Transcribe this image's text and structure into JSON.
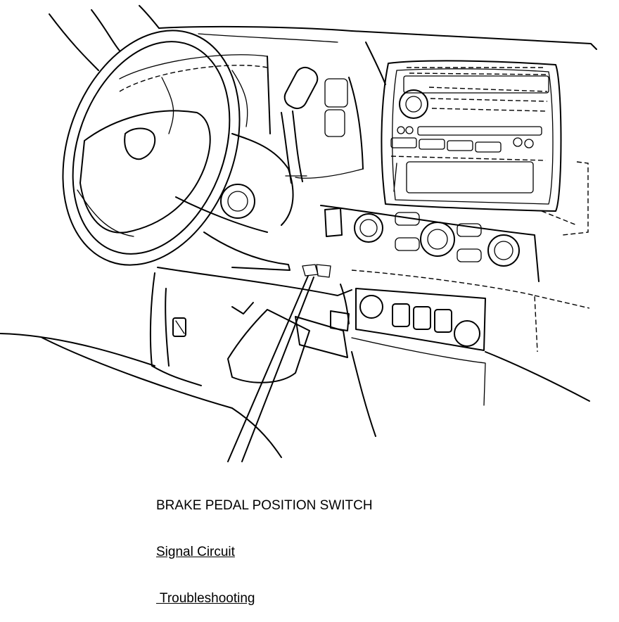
{
  "callout": {
    "title": "BRAKE PEDAL POSITION SWITCH",
    "link_signal": "Signal Circuit",
    "link_trouble": " Troubleshooting"
  }
}
